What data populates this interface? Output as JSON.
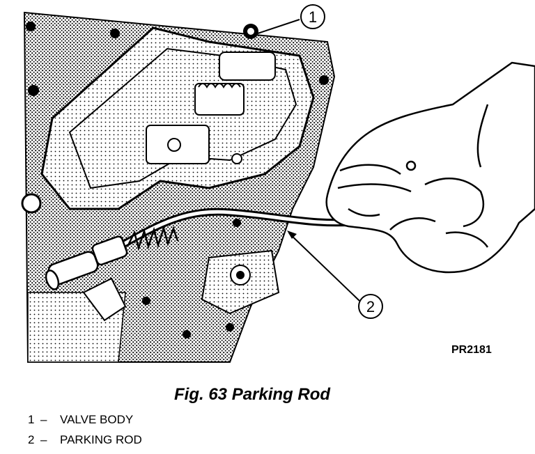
{
  "figure": {
    "code": "PR2181",
    "caption": "Fig. 63 Parking Rod"
  },
  "callouts": [
    {
      "number": "1",
      "label": "VALVE BODY"
    },
    {
      "number": "2",
      "label": "PARKING ROD"
    }
  ],
  "legend_separator": "–"
}
